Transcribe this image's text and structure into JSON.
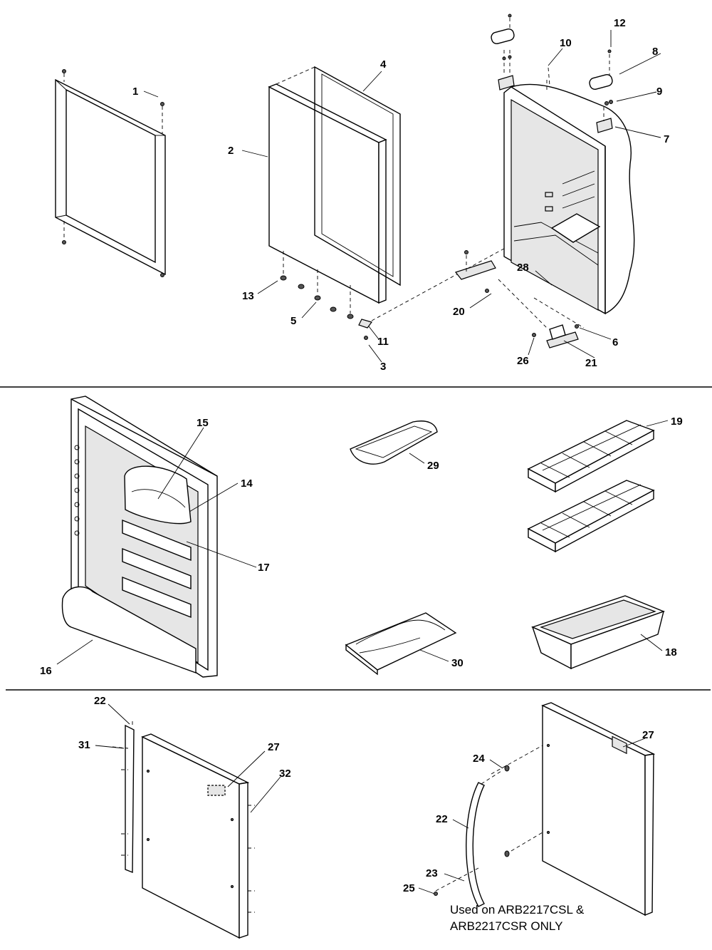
{
  "callouts": {
    "c1": "1",
    "c2": "2",
    "c3": "3",
    "c4": "4",
    "c5": "5",
    "c6": "6",
    "c7": "7",
    "c8": "8",
    "c9": "9",
    "c10": "10",
    "c11": "11",
    "c12": "12",
    "c13": "13",
    "c14": "14",
    "c15": "15",
    "c16": "16",
    "c17": "17",
    "c18": "18",
    "c19": "19",
    "c20": "20",
    "c21": "21",
    "c22a": "22",
    "c22b": "22",
    "c23": "23",
    "c24": "24",
    "c25": "25",
    "c26": "26",
    "c27a": "27",
    "c27b": "27",
    "c28": "28",
    "c29": "29",
    "c30": "30",
    "c31": "31",
    "c32": "32"
  },
  "note": {
    "line1": "Used on ARB2217CSL &",
    "line2": "ARB2217CSR ONLY"
  }
}
